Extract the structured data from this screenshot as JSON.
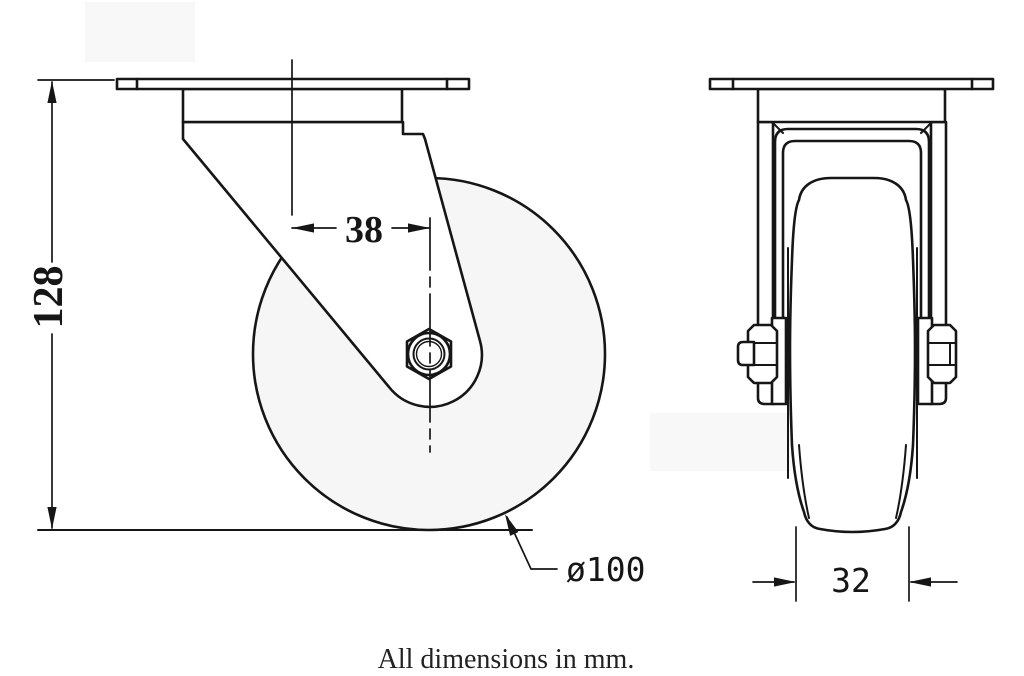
{
  "drawing": {
    "note": "All dimensions in mm.",
    "views": {
      "side": {
        "dimensions": {
          "overall_height": "128",
          "swivel_offset": "38",
          "wheel_diameter": "ø100"
        }
      },
      "front": {
        "dimensions": {
          "wheel_width": "32"
        }
      }
    },
    "colors": {
      "line": "#161616",
      "background": "#ffffff",
      "wheel_fill": "#f6f6f6"
    }
  }
}
